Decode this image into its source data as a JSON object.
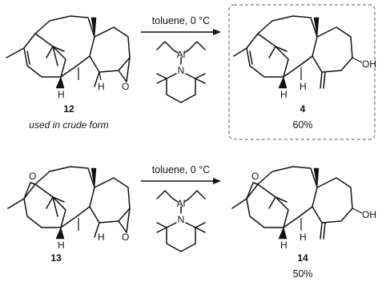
{
  "scheme": {
    "row1": {
      "reactant_label": "12",
      "reactant_note": "used in crude form",
      "conditions": "toluene, 0 °C",
      "reagent_atoms": {
        "metal": "Al",
        "nitrogen": "N"
      },
      "reactant_atoms": {
        "h1": "H",
        "h2": "H",
        "oxygen": "O"
      },
      "product_label": "4",
      "product_atoms": {
        "h1": "H",
        "h2": "H",
        "hydroxyl": "OH"
      },
      "yield": "60%"
    },
    "row2": {
      "reactant_label": "13",
      "conditions": "toluene, 0 °C",
      "reagent_atoms": {
        "metal": "Al",
        "nitrogen": "N"
      },
      "reactant_atoms": {
        "oxygen_top": "O",
        "h1": "H",
        "h2": "H",
        "oxygen": "O"
      },
      "product_label": "14",
      "product_atoms": {
        "oxygen_top": "O",
        "h1": "H",
        "h2": "H",
        "hydroxyl": "OH"
      },
      "yield": "50%"
    }
  }
}
